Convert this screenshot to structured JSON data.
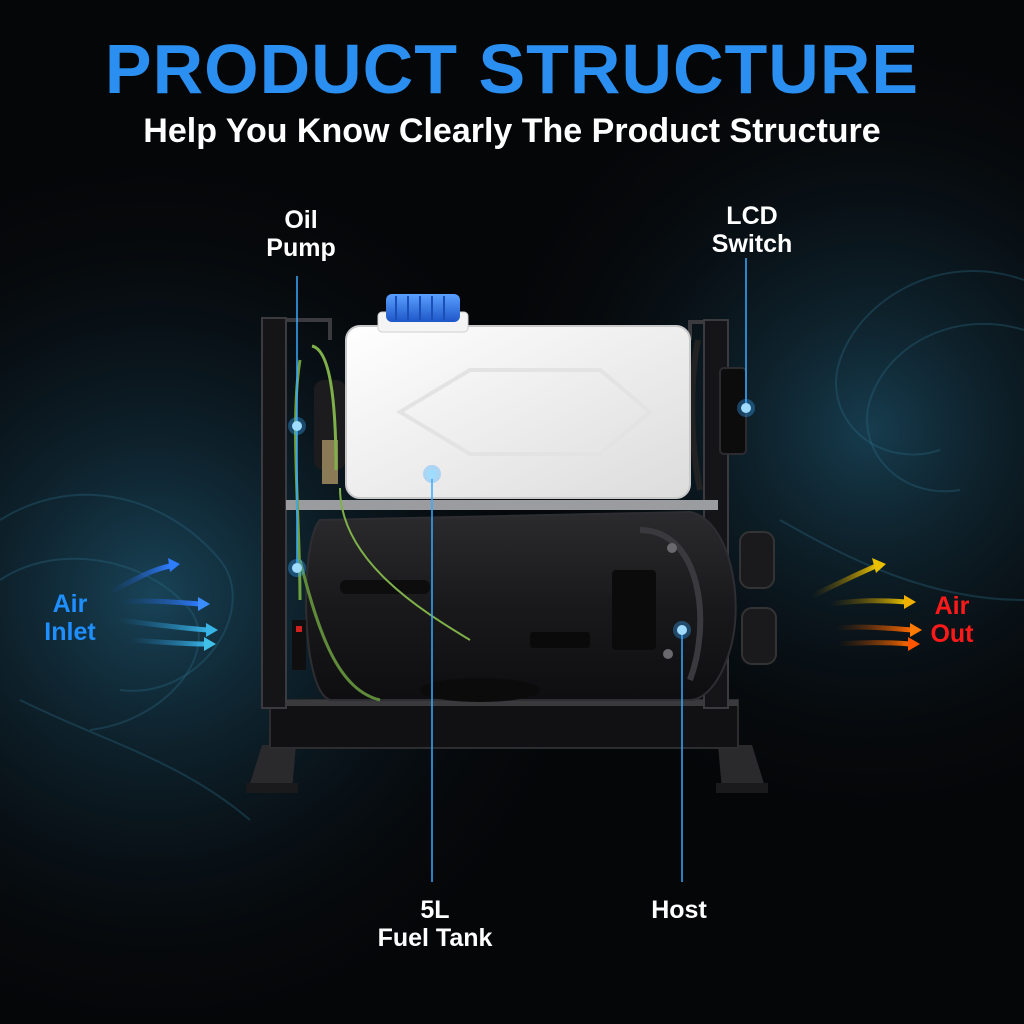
{
  "header": {
    "title": "PRODUCT STRUCTURE",
    "subtitle": "Help You Know Clearly The Product Structure"
  },
  "callouts": {
    "oil_pump": [
      "Oil",
      "Pump"
    ],
    "lcd_switch": [
      "LCD",
      "Switch"
    ],
    "fuel_tank": [
      "5L",
      "Fuel Tank"
    ],
    "host": [
      "Host"
    ],
    "air_inlet": [
      "Air",
      "Inlet"
    ],
    "air_out": [
      "Air",
      "Out"
    ]
  },
  "colors": {
    "title": "#2a8ff0",
    "callout_line": "#39a9ff",
    "air_inlet": "#1f8fff",
    "air_out": "#ff1a1a",
    "background": "#050608"
  }
}
